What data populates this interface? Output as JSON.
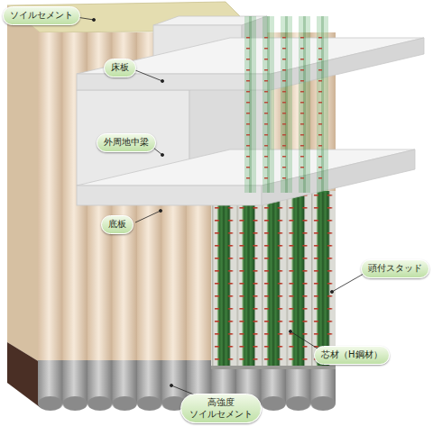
{
  "diagram": {
    "nodes": [
      {
        "text": [
          "ソイルセメント"
        ]
      },
      {
        "text": [
          "床板"
        ]
      },
      {
        "text": [
          "外周地中梁"
        ]
      },
      {
        "text": [
          "底板"
        ]
      },
      {
        "text": [
          "頭付スタッド"
        ]
      },
      {
        "text": [
          "芯材（H鋼材）"
        ]
      },
      {
        "text": [
          "高強度 ソイルセメント"
        ]
      }
    ],
    "edges": []
  }
}
